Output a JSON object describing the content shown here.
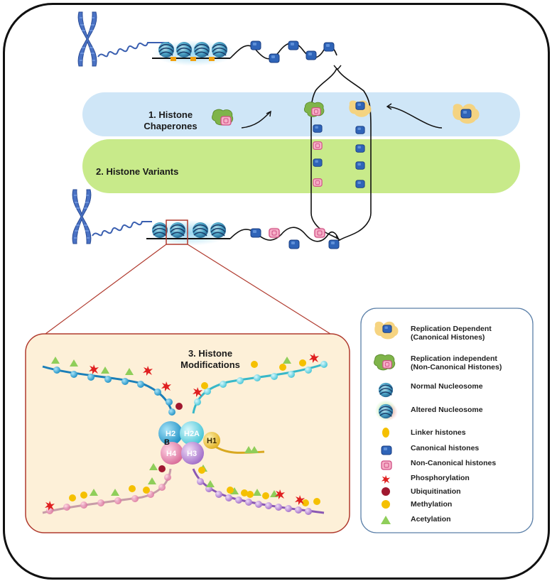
{
  "sections": {
    "chaperones": [
      "1. Histone",
      "Chaperones"
    ],
    "variants": "2. Histone Variants",
    "modifications": [
      "3. Histone",
      "Modifications"
    ]
  },
  "histones": {
    "h2b": "H2",
    "h2b_sub": "B",
    "h2a": "H2A",
    "h4": "H4",
    "h3": "H3",
    "h1": "H1"
  },
  "legend": [
    {
      "key": "rep-dep",
      "lines": [
        "Replication Dependent",
        "(Canonical Histones)"
      ]
    },
    {
      "key": "rep-indep",
      "lines": [
        "Replication independent",
        "(Non-Canonical Histones)"
      ]
    },
    {
      "key": "normal-nuc",
      "lines": [
        "Normal Nucleosome"
      ]
    },
    {
      "key": "altered-nuc",
      "lines": [
        "Altered Nucleosome"
      ]
    },
    {
      "key": "linker",
      "lines": [
        "Linker histones"
      ]
    },
    {
      "key": "canonical",
      "lines": [
        "Canonical histones"
      ]
    },
    {
      "key": "noncanonical",
      "lines": [
        "Non-Canonical histones"
      ]
    },
    {
      "key": "phospho",
      "lines": [
        "Phosphorylation"
      ]
    },
    {
      "key": "ubiq",
      "lines": [
        "Ubiquitination"
      ]
    },
    {
      "key": "methyl",
      "lines": [
        "Methylation"
      ]
    },
    {
      "key": "acetyl",
      "lines": [
        "Acetylation"
      ]
    }
  ],
  "colors": {
    "chromatin": "#3a5fb0",
    "canonical": "#2f64b8",
    "noncanonical": "#e77aa0",
    "band_blue": "#cfe6f7",
    "band_green": "#c8ea8a",
    "panel_bg": "#fdf0d8",
    "panel_border": "#b03a2e",
    "phospho": "#e02020",
    "ubiq": "#a01830",
    "methyl": "#f5c000",
    "acetyl": "#8fce5a"
  }
}
